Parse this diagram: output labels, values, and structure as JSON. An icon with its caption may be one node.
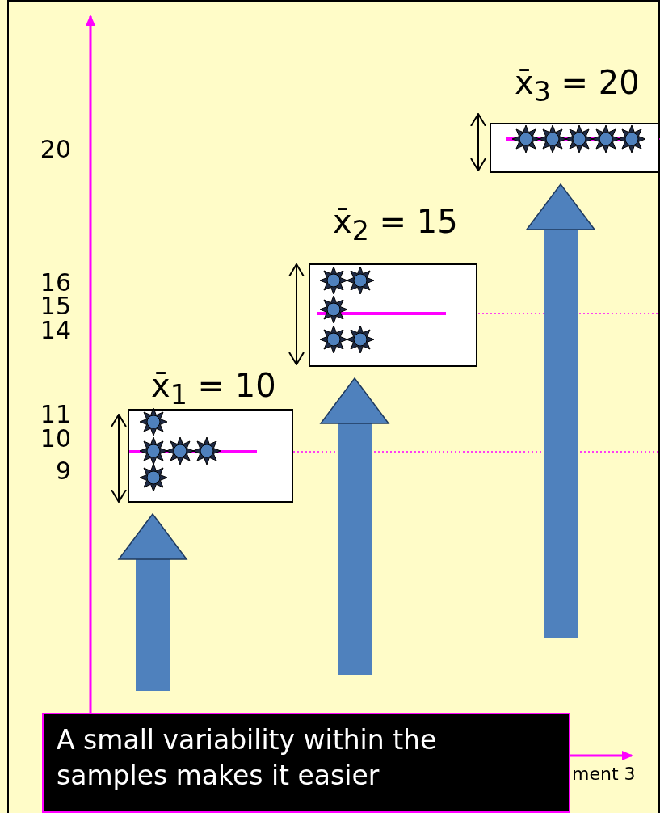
{
  "diagram": {
    "nodes": [
      {
        "text": [
          "x̄$_{3}$ = 20"
        ]
      },
      {
        "text": [
          "x̄$_{2}$ = 15"
        ]
      },
      {
        "text": [
          "x̄$_{1}$ = 10"
        ]
      },
      {
        "text": [
          "A small variability within the samples makes it easier"
        ]
      }
    ],
    "edges": [
      {
        "from": null,
        "to": 2,
        "arrow": "to"
      },
      {
        "from": null,
        "to": 1,
        "arrow": "to"
      },
      {
        "from": null,
        "to": 0,
        "arrow": "to"
      }
    ],
    "labels": [
      "20",
      "16",
      "15",
      "14",
      "11",
      "10",
      "9",
      "ment 3"
    ]
  }
}
